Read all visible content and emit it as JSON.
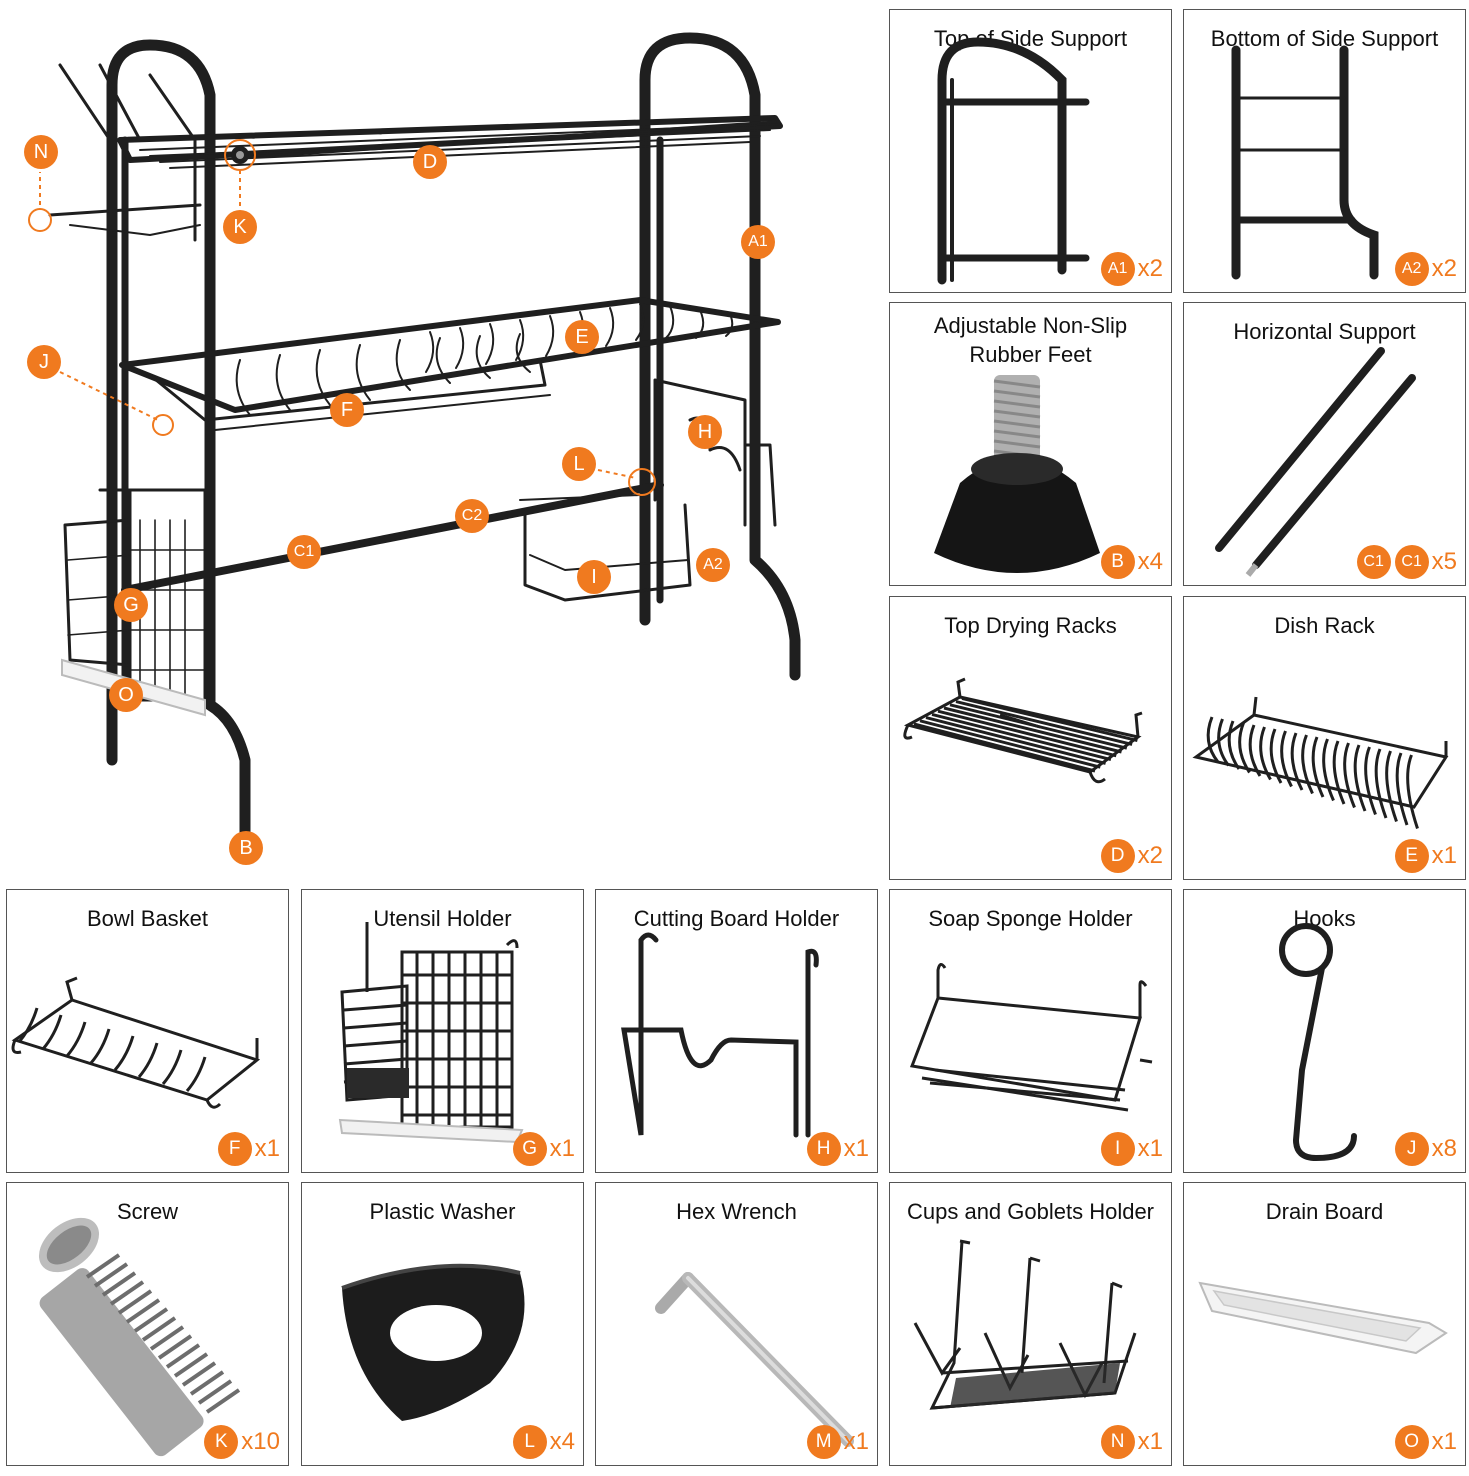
{
  "colors": {
    "accent": "#f07a1f",
    "frame": "#1f1f1f",
    "border": "#555555"
  },
  "callouts": [
    "N",
    "K",
    "D",
    "A1",
    "J",
    "E",
    "F",
    "H",
    "L",
    "C2",
    "C1",
    "I",
    "A2",
    "G",
    "O",
    "B"
  ],
  "parts": [
    {
      "id": "top-of-side-support",
      "title": "Top of Side Support",
      "badges": [
        "A1"
      ],
      "count": "x2"
    },
    {
      "id": "bottom-of-side-support",
      "title": "Bottom of Side Support",
      "badges": [
        "A2"
      ],
      "count": "x2"
    },
    {
      "id": "rubber-feet",
      "title": "Adjustable Non-Slip\nRubber Feet",
      "badges": [
        "B"
      ],
      "count": "x4"
    },
    {
      "id": "horizontal-support",
      "title": "Horizontal Support",
      "badges": [
        "C1",
        "C1"
      ],
      "count": "x5"
    },
    {
      "id": "top-drying-racks",
      "title": "Top Drying Racks",
      "badges": [
        "D"
      ],
      "count": "x2"
    },
    {
      "id": "dish-rack",
      "title": "Dish Rack",
      "badges": [
        "E"
      ],
      "count": "x1"
    },
    {
      "id": "bowl-basket",
      "title": "Bowl Basket",
      "badges": [
        "F"
      ],
      "count": "x1"
    },
    {
      "id": "utensil-holder",
      "title": "Utensil Holder",
      "badges": [
        "G"
      ],
      "count": "x1"
    },
    {
      "id": "cutting-board-holder",
      "title": "Cutting Board Holder",
      "badges": [
        "H"
      ],
      "count": "x1"
    },
    {
      "id": "soap-sponge-holder",
      "title": "Soap Sponge Holder",
      "badges": [
        "I"
      ],
      "count": "x1"
    },
    {
      "id": "hooks",
      "title": "Hooks",
      "badges": [
        "J"
      ],
      "count": "x8"
    },
    {
      "id": "screw",
      "title": "Screw",
      "badges": [
        "K"
      ],
      "count": "x10"
    },
    {
      "id": "plastic-washer",
      "title": "Plastic Washer",
      "badges": [
        "L"
      ],
      "count": "x4"
    },
    {
      "id": "hex-wrench",
      "title": "Hex Wrench",
      "badges": [
        "M"
      ],
      "count": "x1"
    },
    {
      "id": "cups-goblets-holder",
      "title": "Cups and Goblets Holder",
      "badges": [
        "N"
      ],
      "count": "x1"
    },
    {
      "id": "drain-board",
      "title": "Drain Board",
      "badges": [
        "O"
      ],
      "count": "x1"
    }
  ]
}
